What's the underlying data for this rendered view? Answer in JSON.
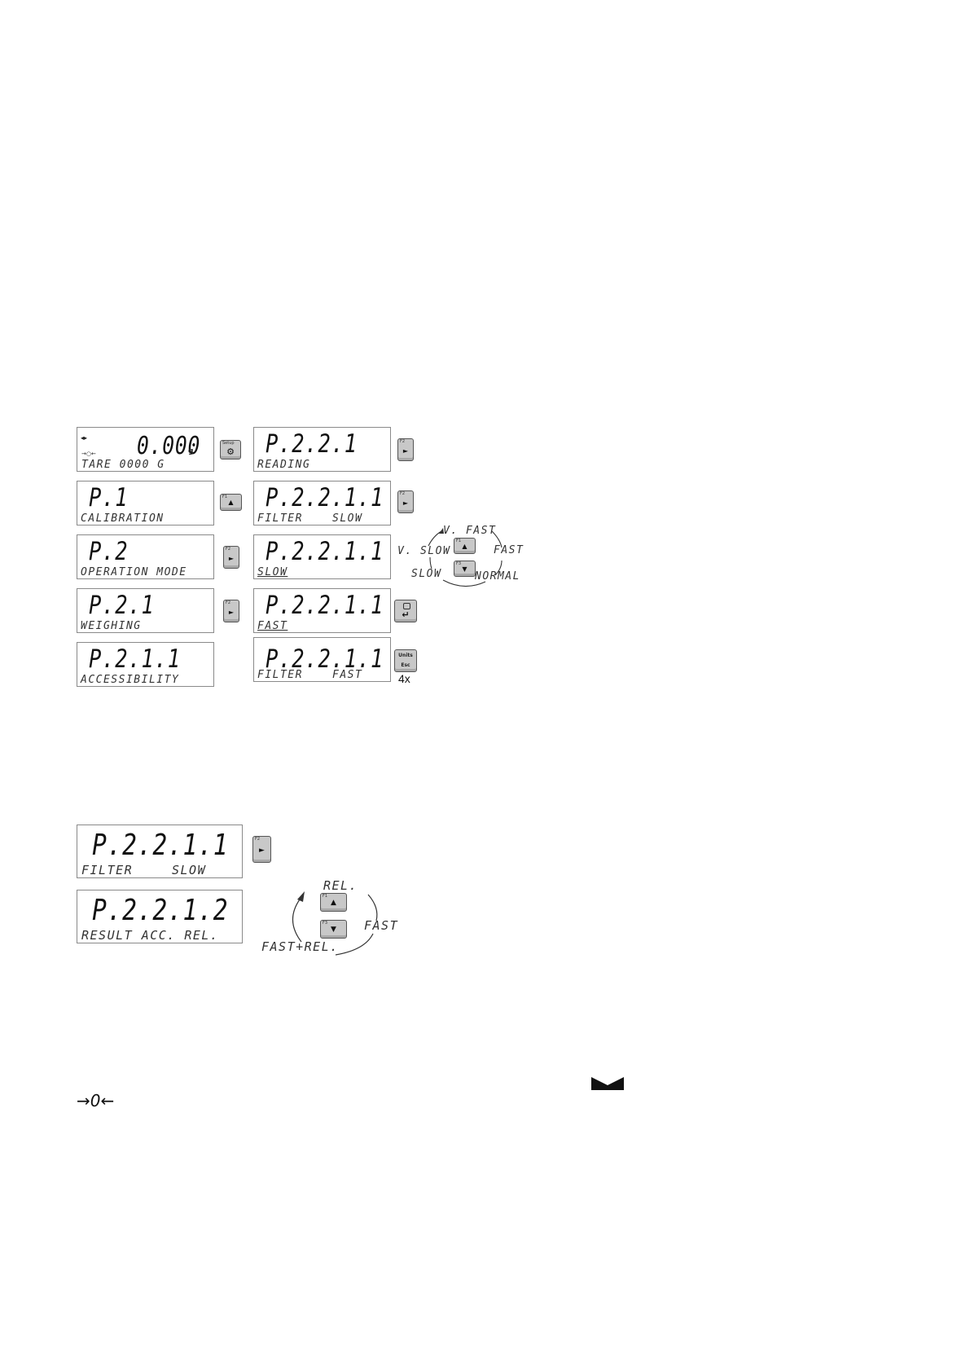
{
  "diagram1": {
    "left_column": [
      {
        "code": "0.000",
        "unit": "g",
        "label": "TARE 0000 G"
      },
      {
        "code": "P.1",
        "label": "CALIBRATION"
      },
      {
        "code": "P.2",
        "label": "OPERATION MODE"
      },
      {
        "code": "P.2.1",
        "label": "WEIGHING"
      },
      {
        "code": "P.2.1.1",
        "label": "ACCESSIBILITY"
      }
    ],
    "right_column": [
      {
        "code": "P.2.2.1",
        "label": "READING",
        "value": ""
      },
      {
        "code": "P.2.2.1.1",
        "label": "FILTER",
        "value": "SLOW"
      },
      {
        "code": "P.2.2.1.1",
        "label": "SLOW",
        "value": ""
      },
      {
        "code": "P.2.2.1.1",
        "label": "FAST",
        "value": ""
      },
      {
        "code": "P.2.2.1.1",
        "label": "FILTER",
        "value": "FAST"
      }
    ],
    "keys": {
      "setup": {
        "label": "Setup",
        "glyph": "⚙"
      },
      "f1": {
        "label": "F1",
        "glyph": "▲"
      },
      "f2": {
        "label": "F2",
        "glyph": "►"
      },
      "f3": {
        "label": "F3",
        "glyph": "▼"
      },
      "enter": {
        "glyph": "↵"
      },
      "units_esc": {
        "label_top": "Units",
        "label_bottom": "Esc"
      }
    },
    "repeat_label": "4x",
    "cycle": {
      "top": "V. FAST",
      "right": "FAST",
      "left": "V. SLOW",
      "bottom_left": "SLOW",
      "bottom_right": "NORMAL"
    }
  },
  "diagram2": {
    "displays": [
      {
        "code": "P.2.2.1.1",
        "label": "FILTER",
        "value": "SLOW"
      },
      {
        "code": "P.2.2.1.2",
        "label": "RESULT ACC. REL.",
        "value": ""
      }
    ],
    "cycle": {
      "top": "REL.",
      "right": "FAST",
      "bottom": "FAST+REL."
    }
  },
  "footer": {
    "zero_symbol": "→0←"
  }
}
